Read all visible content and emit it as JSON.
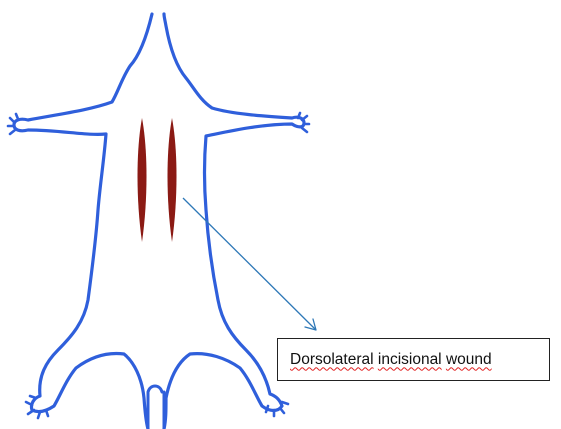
{
  "label": {
    "words": [
      "Dorsolateral",
      "incisional",
      "wound"
    ]
  },
  "colors": {
    "outline": "#2f5fdb",
    "wound": "#8b1a14",
    "leader_line": "#2e78b7",
    "spellcheck_underline": "#e02020"
  }
}
